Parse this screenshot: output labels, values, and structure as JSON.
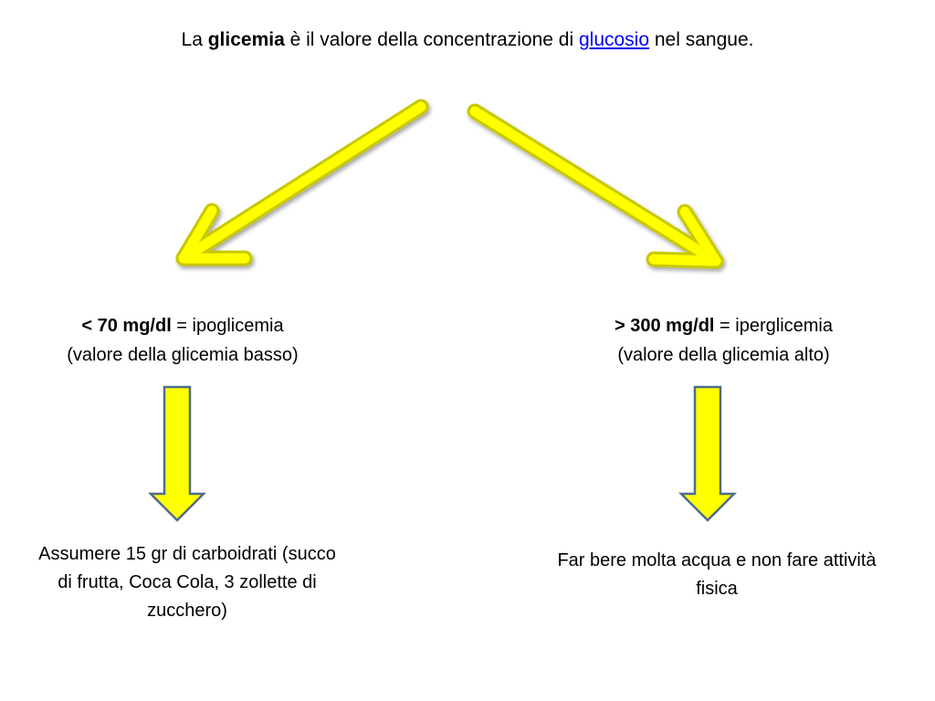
{
  "title": {
    "prefix": "La ",
    "bold_term": "glicemia",
    "middle": " è il valore della concentrazione di ",
    "link_text": "glucosio",
    "suffix": " nel sangue."
  },
  "left_branch": {
    "range": "< 70 mg/dl",
    "equals": " = ",
    "term": "ipoglicemia",
    "description": "(valore della glicemia basso)",
    "action": "Assumere 15 gr di carboidrati (succo di frutta, Coca Cola, 3 zollette di zucchero)"
  },
  "right_branch": {
    "range": "> 300 mg/dl",
    "equals": " = ",
    "term": "iperglicemia",
    "description": "(valore della glicemia alto)",
    "action": "Far bere molta acqua e non fare attività fisica"
  },
  "colors": {
    "arrow_fill": "#ffff00",
    "arrow_stroke": "#4f6c8c",
    "diagonal_arrow_edge": "#c8c800",
    "link": "#0000ee"
  }
}
